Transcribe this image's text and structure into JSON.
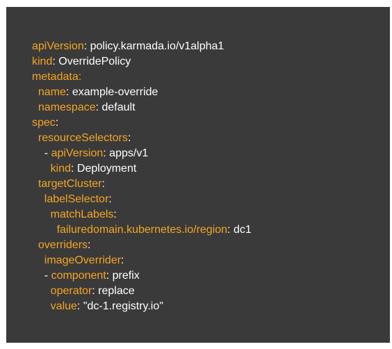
{
  "colors": {
    "panel_bg": "#3a3a3a",
    "key": "#f5a623",
    "value": "#ffffff"
  },
  "lines": [
    {
      "indent": "",
      "key": "apiVersion",
      "sep": ": ",
      "value": "policy.karmada.io/v1alpha1"
    },
    {
      "indent": "",
      "key": "kind",
      "sep": ": ",
      "value": "OverridePolicy"
    },
    {
      "indent": "",
      "key": "metadata",
      "sep": ":",
      "value": ""
    },
    {
      "indent": "  ",
      "key": "name",
      "sep": ": ",
      "value": "example-override"
    },
    {
      "indent": "  ",
      "key": "namespace",
      "sep": ": ",
      "value": "default"
    },
    {
      "indent": "",
      "key": "spec",
      "sep": ":",
      "value": ""
    },
    {
      "indent": "  ",
      "key": "resourceSelectors",
      "sep": ":",
      "value": ""
    },
    {
      "indent": "    - ",
      "key": "apiVersion",
      "sep": ": ",
      "value": "apps/v1"
    },
    {
      "indent": "      ",
      "key": "kind",
      "sep": ": ",
      "value": "Deployment"
    },
    {
      "indent": "  ",
      "key": "targetCluster",
      "sep": ":",
      "value": ""
    },
    {
      "indent": "    ",
      "key": "labelSelector",
      "sep": ":",
      "value": ""
    },
    {
      "indent": "      ",
      "key": "matchLabels",
      "sep": ":",
      "value": ""
    },
    {
      "indent": "        ",
      "key": "failuredomain.kubernetes.io/region",
      "sep": ": ",
      "value": "dc1"
    },
    {
      "indent": "  ",
      "key": "overriders",
      "sep": ":",
      "value": ""
    },
    {
      "indent": "    ",
      "key": "imageOverrider",
      "sep": ":",
      "value": ""
    },
    {
      "indent": "    - ",
      "key": "component",
      "sep": ": ",
      "value": "prefix"
    },
    {
      "indent": "      ",
      "key": "operator",
      "sep": ": ",
      "value": "replace"
    },
    {
      "indent": "      ",
      "key": "value",
      "sep": ": ",
      "value": "\"dc-1.registry.io\""
    }
  ]
}
